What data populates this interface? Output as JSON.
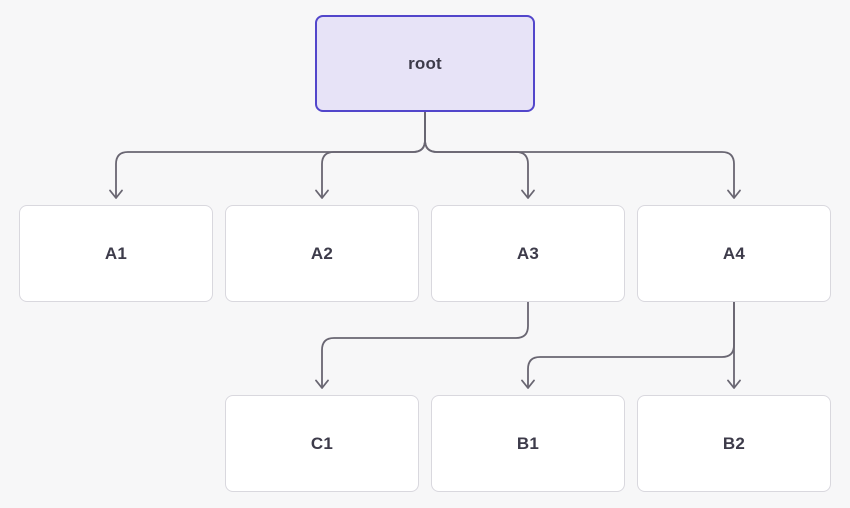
{
  "colors": {
    "background": "#f7f7f8",
    "node_fill": "#ffffff",
    "node_border": "#d9d8de",
    "root_node_fill": "#e7e3f7",
    "root_node_border": "#5246cb",
    "edge_line": "#696672",
    "label_text": "#3d3b4a"
  },
  "diagram": {
    "type": "tree",
    "nodes": [
      {
        "id": "root",
        "label": "root",
        "style": "root"
      },
      {
        "id": "A1",
        "label": "A1",
        "style": "default"
      },
      {
        "id": "A2",
        "label": "A2",
        "style": "default"
      },
      {
        "id": "A3",
        "label": "A3",
        "style": "default"
      },
      {
        "id": "A4",
        "label": "A4",
        "style": "default"
      },
      {
        "id": "C1",
        "label": "C1",
        "style": "default"
      },
      {
        "id": "B1",
        "label": "B1",
        "style": "default"
      },
      {
        "id": "B2",
        "label": "B2",
        "style": "default"
      }
    ],
    "edges": [
      {
        "from": "root",
        "to": "A1",
        "arrow": "down"
      },
      {
        "from": "root",
        "to": "A2",
        "arrow": "down"
      },
      {
        "from": "root",
        "to": "A3",
        "arrow": "down"
      },
      {
        "from": "root",
        "to": "A4",
        "arrow": "down"
      },
      {
        "from": "A3",
        "to": "C1",
        "arrow": "down"
      },
      {
        "from": "A4",
        "to": "B1",
        "arrow": "down"
      },
      {
        "from": "A4",
        "to": "B2",
        "arrow": "down"
      }
    ]
  }
}
